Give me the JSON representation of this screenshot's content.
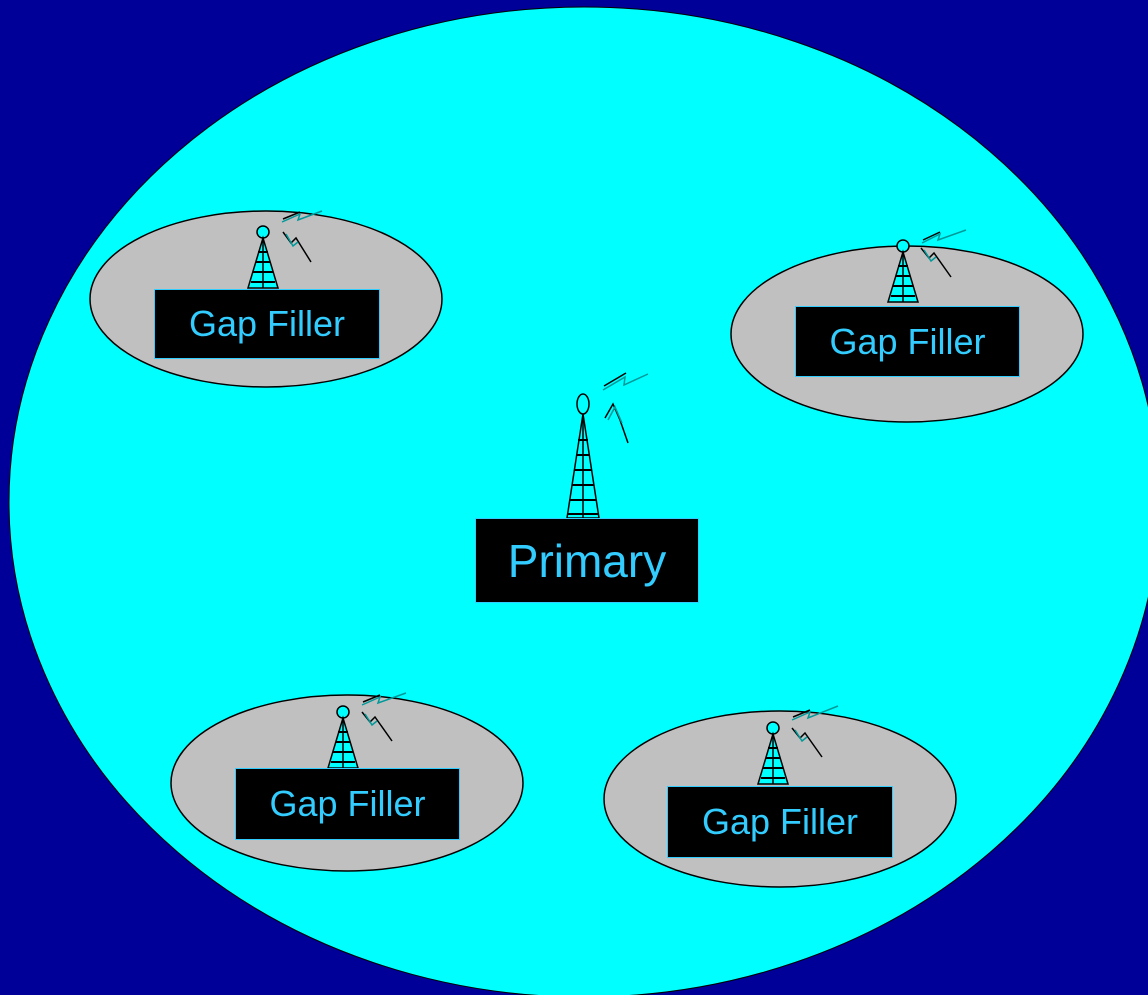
{
  "colors": {
    "background": "#000099",
    "coverage_area": "#00ffff",
    "gap_filler_area": "#c0c0c0",
    "label_background": "#000000",
    "label_text": "#33ccff",
    "tower_fill": "#00ffff",
    "signal_stroke": "#009999"
  },
  "primary": {
    "label": "Primary",
    "icon": "radio-tower-icon"
  },
  "gap_fillers": [
    {
      "label": "Gap Filler",
      "icon": "radio-tower-icon"
    },
    {
      "label": "Gap Filler",
      "icon": "radio-tower-icon"
    },
    {
      "label": "Gap Filler",
      "icon": "radio-tower-icon"
    },
    {
      "label": "Gap Filler",
      "icon": "radio-tower-icon"
    }
  ]
}
